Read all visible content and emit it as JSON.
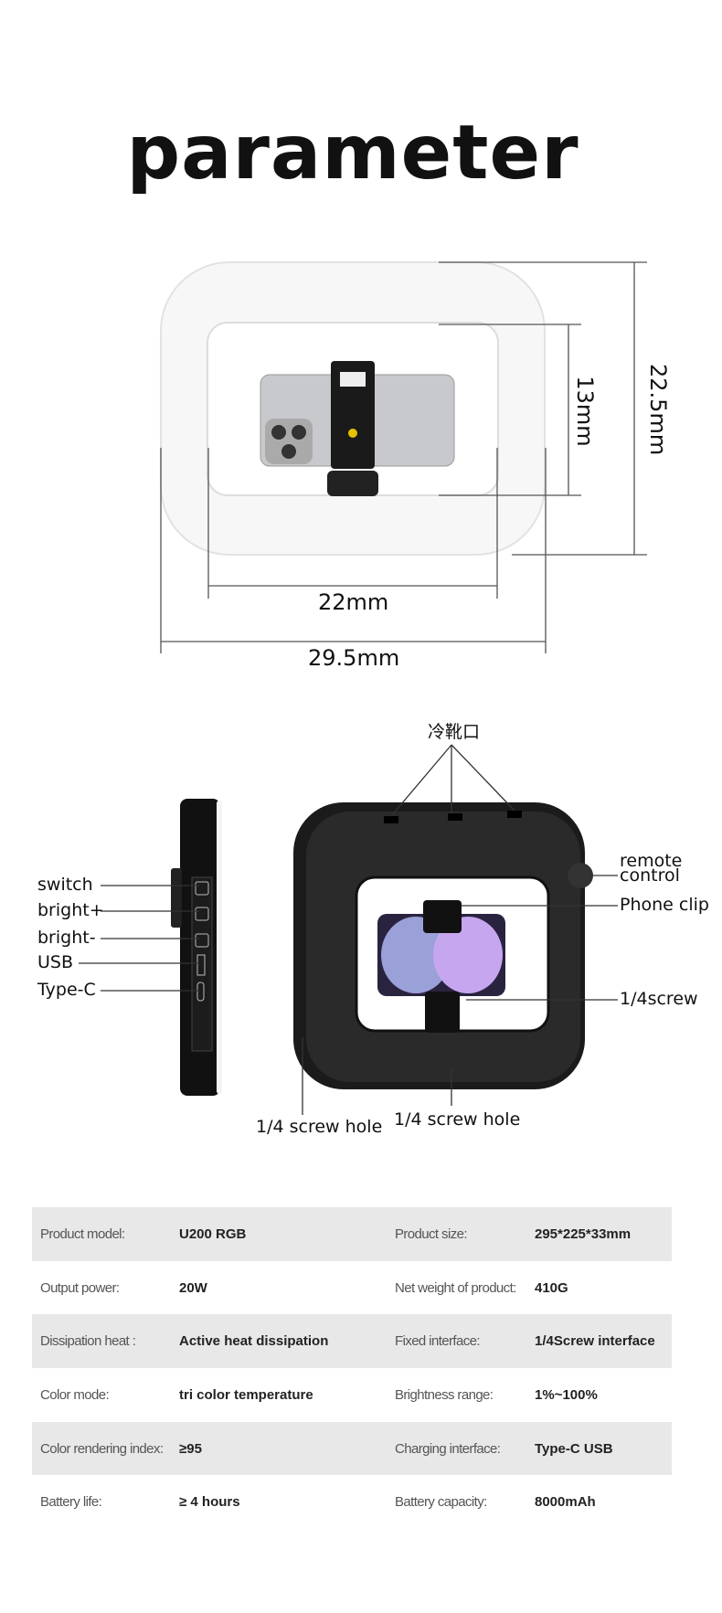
{
  "title": "parameter",
  "dimensions": {
    "inner_width": "22mm",
    "outer_width": "29.5mm",
    "inner_height": "13mm",
    "outer_height": "22.5mm"
  },
  "callouts": {
    "cold_shoe": "冷靴口",
    "switch": "switch",
    "bright_plus": "bright+",
    "bright_minus": "bright-",
    "usb": "USB",
    "type_c": "Type-C",
    "remote_line1": "remote",
    "remote_line2": "control",
    "phone_clip": "Phone clip",
    "screw": "1/4screw",
    "screw_hole_left": "1/4 screw hole",
    "screw_hole_bottom": "1/4 screw hole"
  },
  "specs": [
    {
      "label": "Product model:",
      "value": "U200 RGB",
      "label2": "Product size:",
      "value2": "295*225*33mm"
    },
    {
      "label": "Output power:",
      "value": "20W",
      "label2": "Net weight of product:",
      "value2": "410G"
    },
    {
      "label": "Dissipation heat :",
      "value": "Active heat dissipation",
      "label2": "Fixed interface:",
      "value2": "1/4Screw interface"
    },
    {
      "label": "Color mode:",
      "value": "tri color temperature",
      "label2": "Brightness range:",
      "value2": "1%~100%"
    },
    {
      "label": "Color rendering index:",
      "value": "≥95",
      "label2": "Charging interface:",
      "value2": "Type-C USB"
    },
    {
      "label": "Battery life:",
      "value": "≥ 4 hours",
      "label2": "Battery capacity:",
      "value2": "8000mAh"
    }
  ]
}
